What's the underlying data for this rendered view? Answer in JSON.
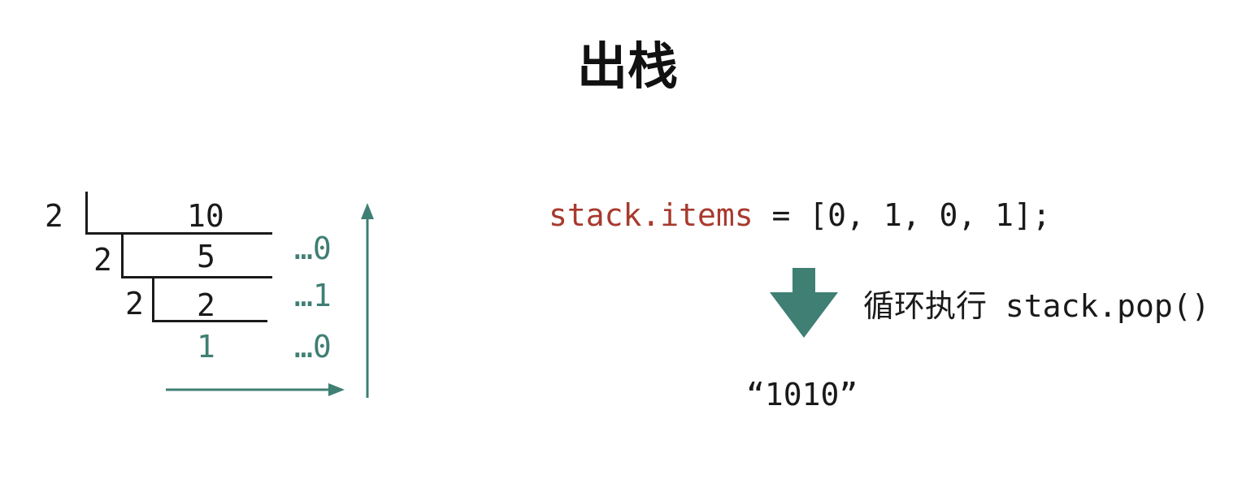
{
  "title": "出栈",
  "division": {
    "divisor": "2",
    "rows": [
      {
        "divisor": "2",
        "dividend": "10",
        "remainder": "…0"
      },
      {
        "divisor": "2",
        "dividend": "5",
        "remainder": "…1"
      },
      {
        "divisor": "2",
        "dividend": "2",
        "remainder": "…0"
      }
    ],
    "quotient_final": "1",
    "arrow_color": "#3f7f74"
  },
  "code": {
    "lhs": "stack.items",
    "rhs": " = [0, 1, 0, 1];"
  },
  "step": {
    "label_cn": "循环执行",
    "label_code": " stack.pop()"
  },
  "result": "“1010”",
  "colors": {
    "accent": "#3f7f74",
    "code_red": "#a83a2e",
    "text": "#1a1a1a"
  }
}
